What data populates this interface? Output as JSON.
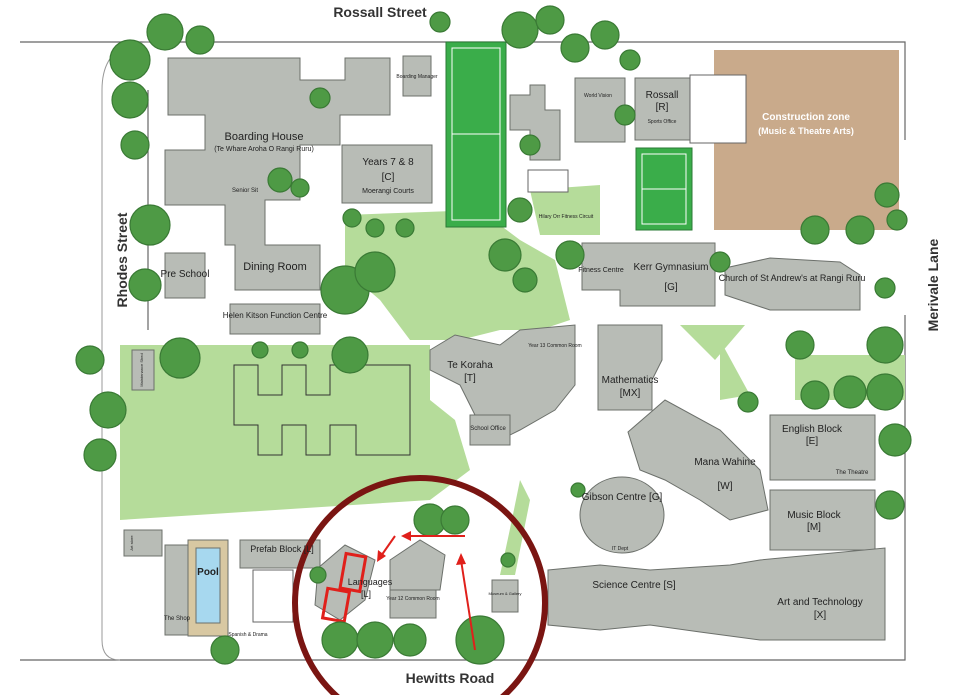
{
  "streets": {
    "north": "Rossall Street",
    "west": "Rhodes Street",
    "east": "Merivale Lane",
    "south": "Hewitts Road"
  },
  "buildings": {
    "boarding_house": "Boarding House",
    "boarding_house_maori": "(Te Whare Aroha O Rangi Ruru)",
    "boarding_manager": "Boarding Manager",
    "senior_sit": "Senior Sit",
    "dining_room": "Dining Room",
    "pre_school": "Pre School",
    "helen_kitson": "Helen Kitson Function Centre",
    "years_7_8": "Years 7 & 8",
    "years_7_8_code": "[C]",
    "moerangi": "Moerangi Courts",
    "world_vision": "World Vision",
    "rossall": "Rossall",
    "rossall_code": "[R]",
    "sports_office": "Sports Office",
    "construction": "Construction zone",
    "construction_sub": "(Music & Theatre Arts)",
    "hilary_orr": "Hilary Orr Fitness Circuit",
    "fitness_centre": "Fitness Centre",
    "kerr_gym": "Kerr Gymnasium",
    "kerr_gym_code": "[G]",
    "church": "Church of St Andrew's at Rangi Ruru",
    "te_koraha": "Te Koraha",
    "te_koraha_code": "[T]",
    "year13": "Year 13 Common Room",
    "school_office": "School Office",
    "mathematics": "Mathematics",
    "mathematics_code": "[MX]",
    "english": "English Block",
    "english_code": "[E]",
    "theatre": "The Theatre",
    "mana_wahine": "Mana Wahine",
    "mana_wahine_code": "[W]",
    "gibson": "Gibson Centre [G]",
    "music_block": "Music Block",
    "music_block_code": "[M]",
    "science": "Science Centre [S]",
    "art_tech": "Art and Technology",
    "art_tech_code": "[X]",
    "maintenance": "Maintenance Shed",
    "art_store": "Art store",
    "prefab": "Prefab Block [L]",
    "pool": "Pool",
    "the_shop": "The Shop",
    "spanish_drama": "Spanish & Drama",
    "languages": "Languages",
    "languages_code": "[L]",
    "year12": "Year 12 Common Room",
    "museum": "Museum & Gallery",
    "dept": "IT Dept"
  },
  "colors": {
    "building": "#b8bcb6",
    "lawn": "#b5dc9a",
    "court": "#3aad4a",
    "construction": "#c9aa8b",
    "tree": "#4e9a45",
    "highlight": "#7a1512",
    "arrow": "#e0201b",
    "pool": "#a7d8ef"
  }
}
